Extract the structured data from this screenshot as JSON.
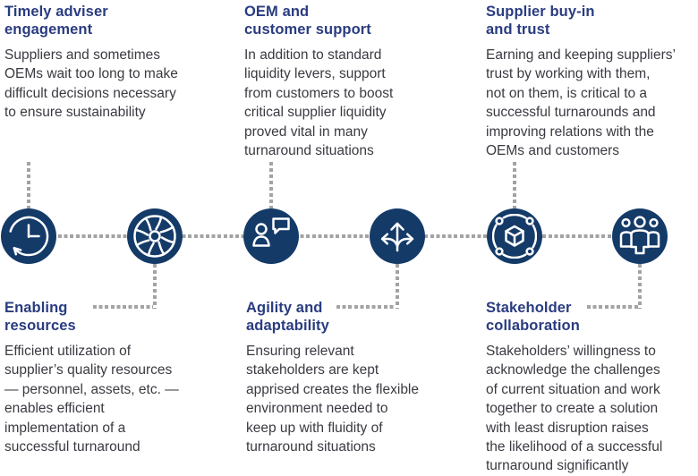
{
  "colors": {
    "circle_navy": "#143a68",
    "heading_blue": "#2a3c80",
    "body_text": "#3a3a42",
    "dotted_line_gray": "#a3a3a3",
    "icon_stroke": "#ffffff"
  },
  "top_blocks": [
    {
      "title": "Timely adviser\nengagement",
      "body": "Suppliers and sometimes\nOEMs wait too long to make\ndifficult decisions necessary\nto ensure sustainability"
    },
    {
      "title": "OEM and\ncustomer support",
      "body": "In addition to standard\nliquidity levers, support\nfrom customers to boost\ncritical supplier liquidity\nproved vital in many\nturnaround situations"
    },
    {
      "title": "Supplier buy-in\nand trust",
      "body": "Earning and keeping suppliers’\ntrust by working with them,\nnot on them, is critical to a\nsuccessful turnarounds and\nimproving relations with the\nOEMs and customers"
    }
  ],
  "bottom_blocks": [
    {
      "title": "Enabling\nresources",
      "body": "Efficient utilization of\nsupplier’s quality resources\n— personnel, assets, etc. —\nenables efficient\nimplementation of a\nsuccessful turnaround"
    },
    {
      "title": "Agility and\nadaptability",
      "body": "Ensuring relevant\nstakeholders are kept\napprised creates the flexible\nenvironment needed to\nkeep up with fluidity of\nturnaround situations"
    },
    {
      "title": "Stakeholder\ncollaboration",
      "body": "Stakeholders’ willingness to\nacknowledge the challenges\nof current situation and work\ntogether to create a solution\nwith least disruption raises\nthe likelihood of a successful\nturnaround significantly"
    }
  ],
  "icons": [
    "clock-history-icon",
    "turbine-fan-icon",
    "person-speech-bubble-icon",
    "three-way-arrows-icon",
    "cube-network-icon",
    "people-group-icon"
  ]
}
